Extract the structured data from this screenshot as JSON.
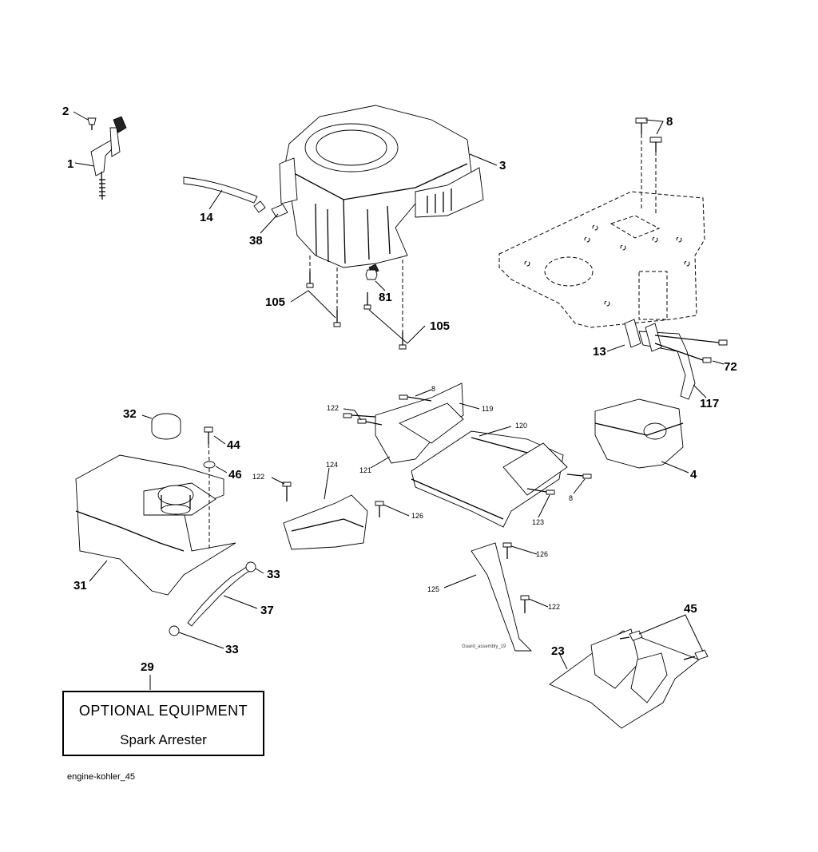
{
  "callouts": {
    "c1": "1",
    "c2": "2",
    "c3": "3",
    "c14": "14",
    "c38": "38",
    "c105a": "105",
    "c105b": "105",
    "c81": "81",
    "c8a": "8",
    "c13": "13",
    "c72": "72",
    "c117": "117",
    "c4": "4",
    "c32": "32",
    "c44": "44",
    "c46": "46",
    "c31": "31",
    "c33a": "33",
    "c37": "37",
    "c33b": "33",
    "c8b": "8",
    "c119": "119",
    "c122a": "122",
    "c120": "120",
    "c121": "121",
    "c122b": "122",
    "c124": "124",
    "c126a": "126",
    "c8c": "8",
    "c123": "123",
    "c126b": "126",
    "c125": "125",
    "c122c": "122",
    "c45": "45",
    "c23": "23",
    "c29": "29"
  },
  "small_caption": "Guard_assembly_19",
  "optional_box": {
    "title": "OPTIONAL EQUIPMENT",
    "subtitle": "Spark Arrester"
  },
  "footer": "engine-kohler_45"
}
